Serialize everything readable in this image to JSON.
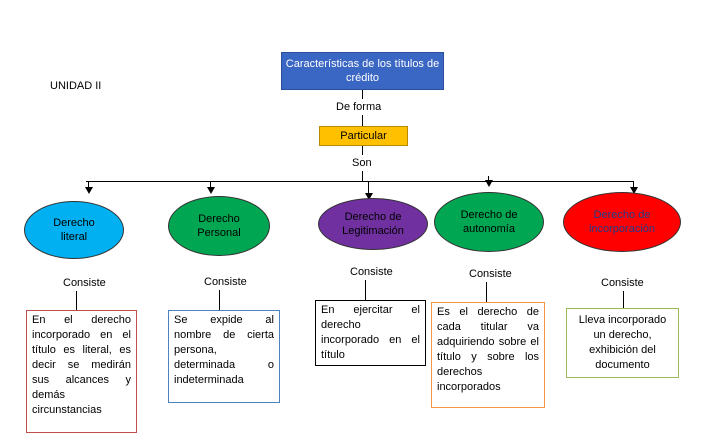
{
  "unit_label": "UNIDAD II",
  "title": "Características de los títulos de crédito",
  "connector_1": "De forma",
  "particular": "Particular",
  "connector_2": "Son",
  "branches": [
    {
      "concept": "Derecho literal",
      "link": "Consiste",
      "description": "En el derecho incorporado en el título es literal, es decir se medirán sus alcances y demás circunstancias",
      "color": "#00b0f0",
      "border": "#c0504d"
    },
    {
      "concept": "Derecho Personal",
      "link": "Consiste",
      "description": "Se expide al nombre de cierta persona, determinada o indeterminada",
      "color": "#00a651",
      "border": "#4f81bd"
    },
    {
      "concept": "Derecho de Legitimación",
      "link": "Consiste",
      "description": "En ejercitar el derecho incorporado en el título",
      "color": "#7030a0",
      "border": "#000000"
    },
    {
      "concept": "Derecho de autonomía",
      "link": "Consiste",
      "description": "Es el derecho de cada titular va adquiriendo sobre el título y sobre los derechos incorporados",
      "color": "#00a651",
      "border": "#f79646"
    },
    {
      "concept": "Derecho de incorporación",
      "link": "Consiste",
      "description": "Lleva incorporado un derecho, exhibición del documento",
      "color": "#ff0000",
      "border": "#9bbb59"
    }
  ]
}
